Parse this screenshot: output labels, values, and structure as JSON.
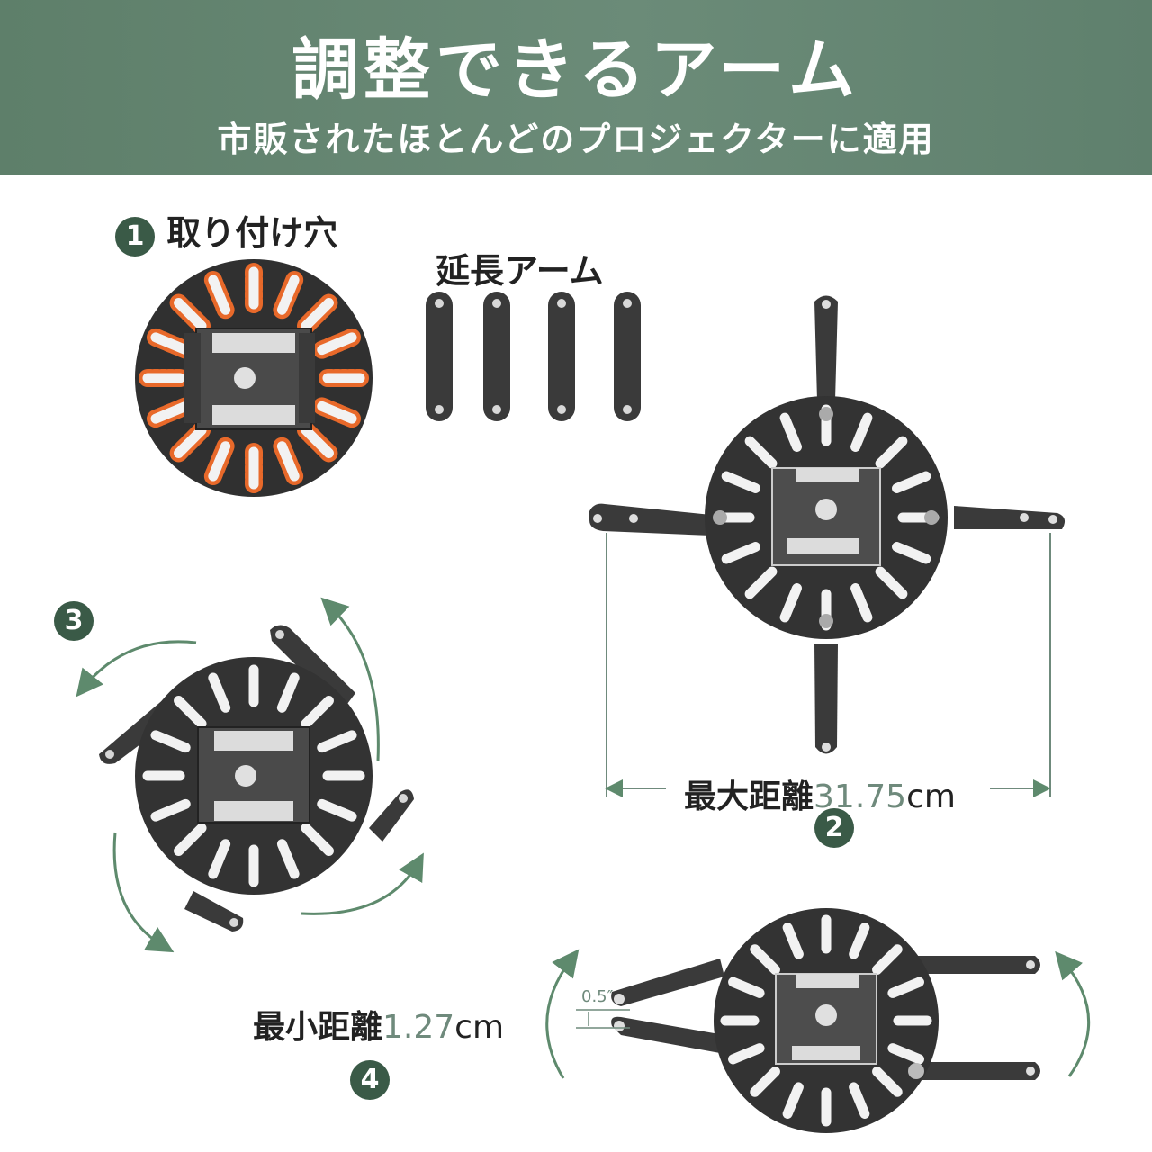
{
  "header": {
    "title": "調整できるアーム",
    "subtitle": "市販されたほとんどのプロジェクターに適用"
  },
  "labels": {
    "step1_number": "1",
    "step1_label": "取り付け穴",
    "extension_arm": "延長アーム",
    "step2_number": "2",
    "step3_number": "3",
    "step4_number": "4"
  },
  "max_distance": {
    "label": "最大距離",
    "value": "31.75",
    "unit": "cm"
  },
  "min_distance": {
    "label": "最小距離",
    "value": "1.27",
    "unit": "cm"
  },
  "gap_annotation": "0.5″",
  "colors": {
    "banner": "#5e7f6a",
    "accent": "#6f8a7c",
    "highlight": "#e8692a",
    "plate": "#2e2e2e"
  }
}
